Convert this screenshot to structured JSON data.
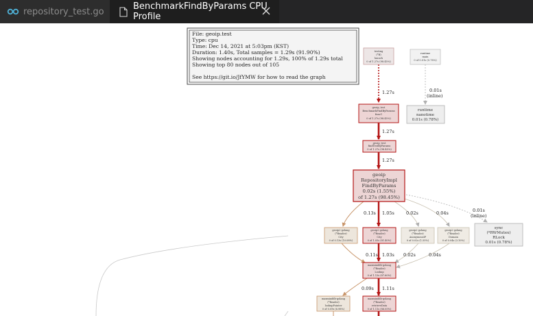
{
  "tabs": [
    {
      "label": "repository_test.go",
      "icon": "go-icon",
      "active": false
    },
    {
      "label": "BenchmarkFindByParams CPU Profile",
      "icon": "file-icon",
      "active": true
    }
  ],
  "colors": {
    "hot_edge": "#b41414",
    "hot_node_fill": "#edd5d5",
    "hot_node_stroke": "#b41414",
    "warm_node_fill": "#ede6dc",
    "cold_node_fill": "#eeeeee"
  },
  "legend": {
    "lines": [
      "File: geoip.test",
      "Type: cpu",
      "Time: Dec 14, 2021 at 5:03pm (KST)",
      "Duration: 1.40s, Total samples = 1.29s (91.90%)",
      "Showing nodes accounting for 1.29s, 100% of 1.29s total",
      "Showing top 80 nodes out of 105",
      "",
      "See https://git.io/JfYMW for how to read the graph"
    ]
  },
  "nodes": {
    "testing": [
      "testing",
      "(*B)",
      "launch",
      "0 of 1.27s (98.45%)"
    ],
    "runtime_main": [
      "runtime",
      "main",
      "0 of 0.01s (0.78%)"
    ],
    "runtime_nanotime": [
      "runtime",
      "nanotime",
      "0.01s (0.78%)"
    ],
    "bench1": [
      "geoip_test",
      "BenchmarkFindByParams",
      "func1",
      "0 of 1.27s (98.45%)"
    ],
    "bench2": [
      "geoip_test",
      "findTestByParams",
      "0 of 1.27s (98.45%)"
    ],
    "repo": [
      "geoip",
      "RepositoryImpl",
      "FindByParams",
      "0.02s (1.55%)",
      "of 1.27s (98.45%)"
    ],
    "n1": [
      "geoip2-golang",
      "(*Reader)",
      "City",
      "0 of 0.13s (10.08%)"
    ],
    "n2": [
      "geoip2-golang",
      "(*Reader)",
      "City",
      "0 of 1.05s (81.40%)"
    ],
    "n3": [
      "geoip2-golang",
      "(*Reader)",
      "AnonymousIP",
      "0 of 0.02s (1.55%)"
    ],
    "n4": [
      "geoip2-golang",
      "(*Reader)",
      "Domain",
      "0 of 0.04s (3.10%)"
    ],
    "sync": [
      "sync",
      "(*RWMutex)",
      "RLock",
      "0.01s (0.78%)"
    ],
    "mm1": [
      "maxminddb-golang",
      "(*Reader)",
      "Lookup",
      "0 of 1.13s (87.60%)"
    ],
    "mm2": [
      "maxminddb-golang",
      "(*Reader)",
      "lookupPointer",
      "0 of 0.09s (6.98%)"
    ],
    "mm3": [
      "maxminddb-golang",
      "(*Reader)",
      "retrieveData",
      "0 of 1.11s (86.05%)"
    ]
  },
  "edges": {
    "e_test_bench": "1.27s",
    "e_main_nano": "0.01s",
    "e_main_nano_inline": "(inline)",
    "e_b1_b2": "1.27s",
    "e_b2_repo": "1.27s",
    "e_repo_n1": "0.13s",
    "e_repo_n2": "1.05s",
    "e_repo_n3": "0.02s",
    "e_repo_n4": "0.04s",
    "e_repo_sync": "0.01s",
    "e_repo_sync_inline": "(inline)",
    "e_n1_mm1": "0.11s",
    "e_n2_mm1": "1.03s",
    "e_n3_mm1": "0.02s",
    "e_n4_mm1": "0.04s",
    "e_mm1_mm2": "0.09s",
    "e_mm1_mm3": "1.11s"
  }
}
